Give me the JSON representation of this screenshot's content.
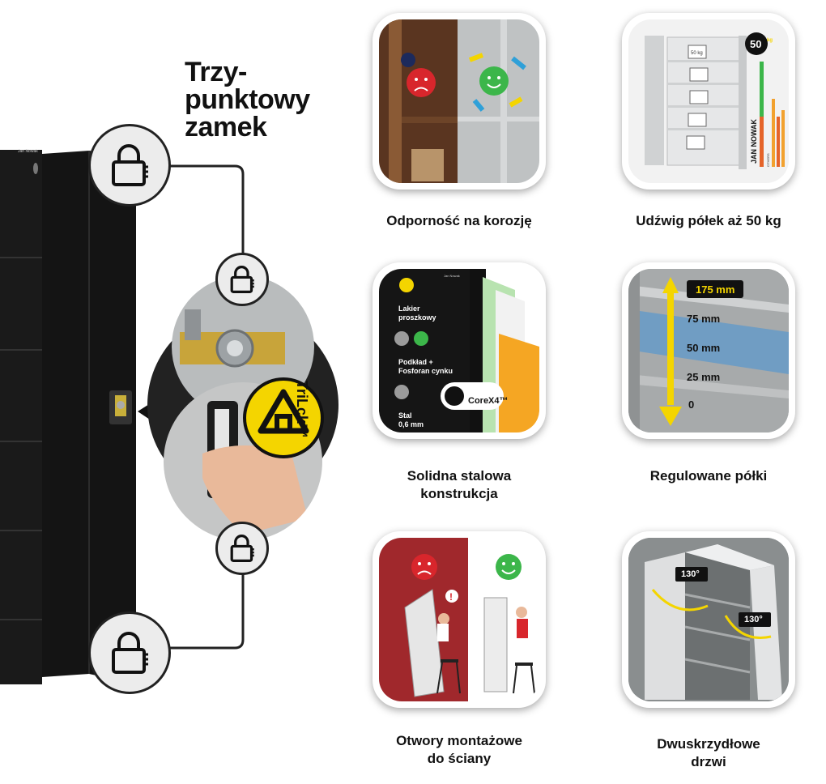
{
  "title": {
    "line1": "Trzy-",
    "line2": "punktowy",
    "line3": "zamek"
  },
  "cabinet": {
    "brand": "Jan Nowak"
  },
  "lock_badge": {
    "text": "TriLck™"
  },
  "features": [
    {
      "caption": "Odporność na korozję"
    },
    {
      "caption": "Udźwig półek aż 50 kg",
      "weight_badge": "50",
      "weight_unit": "kg",
      "brand_vertical": "JAN NOWAK",
      "other_label": "OTHERS",
      "shelf_label": "50 kg"
    },
    {
      "caption_line1": "Solidna stalowa",
      "caption_line2": "konstrukcja",
      "layer1_line1": "Lakier",
      "layer1_line2": "proszkowy",
      "layer2_line1": "Podkład +",
      "layer2_line2": "Fosforan cynku",
      "layer3_line1": "Stal",
      "layer3_line2": "0,6 mm",
      "core_label": "CoreX4™",
      "brand": "Jan Nowak"
    },
    {
      "caption": "Regulowane półki",
      "top_label": "175 mm",
      "levels": [
        "75 mm",
        "50 mm",
        "25 mm",
        "0"
      ]
    },
    {
      "caption_line1": "Otwory montażowe",
      "caption_line2": "do ściany",
      "alert": "!"
    },
    {
      "caption_line1": "Dwuskrzydłowe",
      "caption_line2": "drzwi",
      "angle1": "130°",
      "angle2": "130°"
    }
  ],
  "colors": {
    "accent_yellow": "#f4d500",
    "sad_red": "#d8262c",
    "happy_green": "#3cb64a",
    "card_bg": "#ffffff",
    "cabinet_black": "#141414"
  }
}
